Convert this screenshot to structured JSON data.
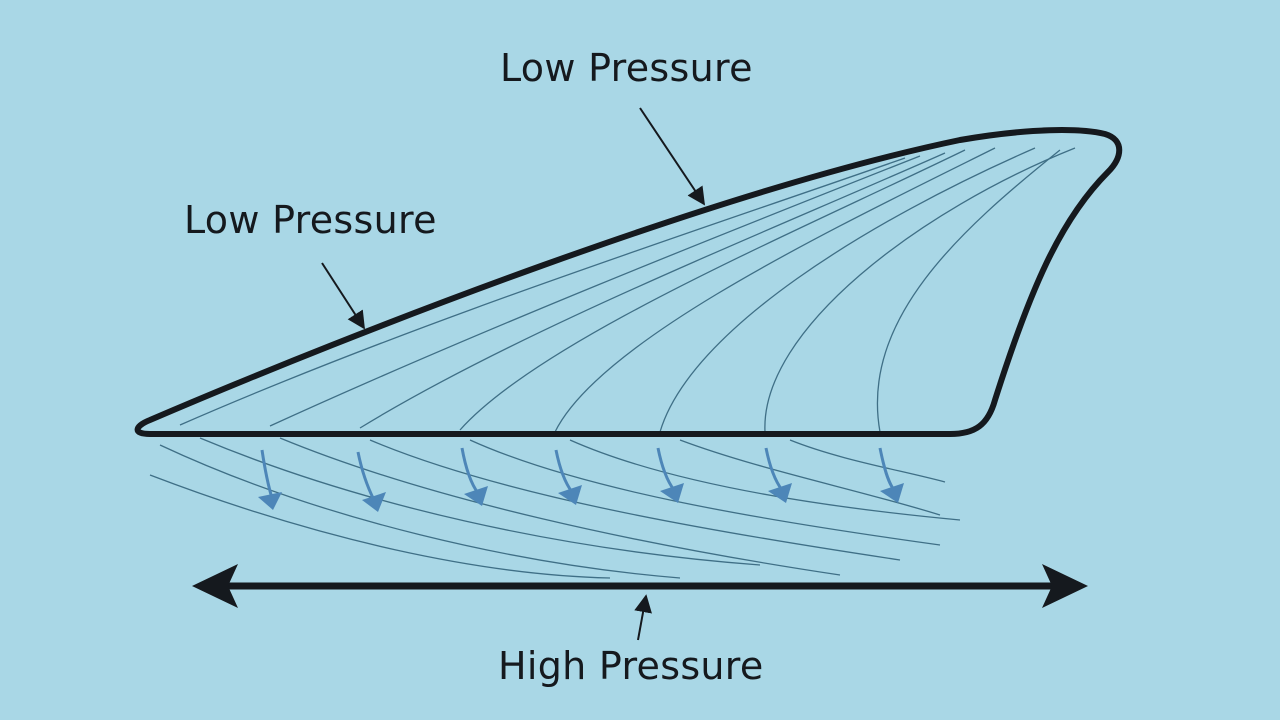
{
  "diagram": {
    "labels": {
      "upper_surface_label": "Low Pressure",
      "leading_surface_label": "Low Pressure",
      "bottom_label": "High Pressure"
    },
    "colors": {
      "background": "#a9d7e6",
      "outline": "#15191e",
      "streamline": "#3f6f86",
      "flow_arrow": "#4d86b8"
    }
  }
}
